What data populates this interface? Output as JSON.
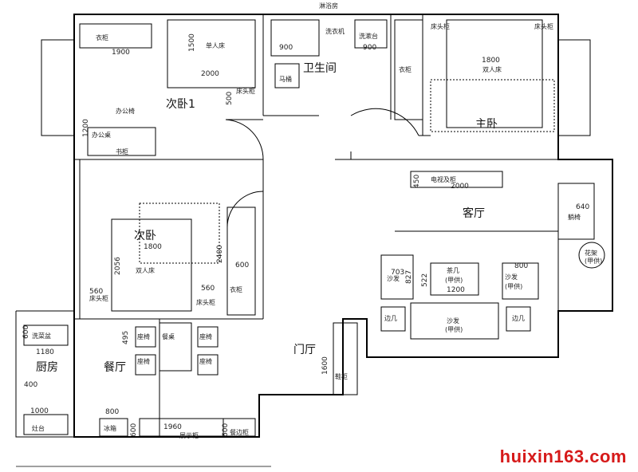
{
  "header": {
    "top_label": "淋浴房"
  },
  "rooms": {
    "bedroom2_1": "次卧1",
    "bathroom": "卫生间",
    "master_bedroom": "主卧",
    "living_room": "客厅",
    "bedroom2": "次卧",
    "kitchen": "厨房",
    "dining": "餐厅",
    "foyer": "门厅"
  },
  "furniture": {
    "wardrobe": "衣柜",
    "single_bed": "单人床",
    "double_bed": "双人床",
    "bedside_cabinet": "床头柜",
    "washing_machine": "洗衣机",
    "wash_basin": "洗漱台",
    "toilet": "马桶",
    "office_chair": "办公椅",
    "office_desk": "办公桌",
    "bookcase": "书柜",
    "tv_cabinet": "电视及柜",
    "recliner": "躺椅",
    "flower_stand": "花架",
    "armchair_sofa": "沙发",
    "supplied_by_a": "(甲供)",
    "coffee_table": "茶几",
    "side_table": "边几",
    "sofa": "沙发",
    "dining_table": "餐桌",
    "chair": "座椅",
    "shoe_cabinet": "鞋柜",
    "sink": "洗菜盆",
    "stove": "灶台",
    "fridge": "冰箱",
    "display_cabinet": "展示柜",
    "sideboard": "餐边柜"
  },
  "dimensions": {
    "d1900": "1900",
    "d2000a": "2000",
    "d1500": "1500",
    "d900a": "900",
    "d900b": "900",
    "d1800a": "1800",
    "d500": "500",
    "d1200": "1200",
    "d2000b": "2000",
    "d450": "450",
    "d640a": "640",
    "d1800b": "1800",
    "d2056": "2056",
    "d600a": "600",
    "d560a": "560",
    "d560b": "560",
    "d2400": "2400",
    "d495": "495",
    "d800a": "800",
    "d703": "703",
    "d827": "827",
    "d522": "522",
    "d1200b": "1200",
    "d1180": "1180",
    "d400": "400",
    "d600b": "600",
    "d1600": "1600",
    "d1000": "1000",
    "d800b": "800",
    "d1960": "1960",
    "d600c": "600",
    "d600d": "600"
  },
  "watermark": "huixin163.com"
}
